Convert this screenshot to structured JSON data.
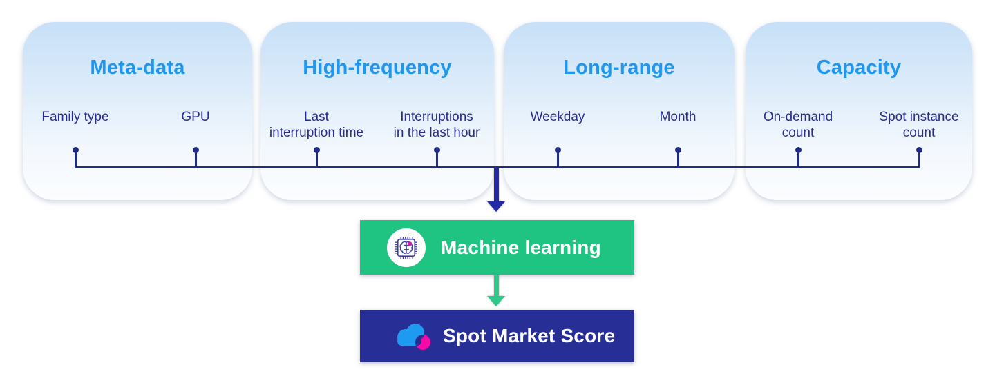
{
  "palette": {
    "card_gradient_top": "#c7e0f8",
    "card_gradient_bottom": "#fcfdff",
    "title_blue": "#1d97f0",
    "label_navy": "#272d8c",
    "connector_navy": "#1e2b87",
    "arrow_navy": "#2229a3",
    "ml_green": "#1fc483",
    "arrow_green": "#2ec98a",
    "score_navy": "#272e95",
    "cloud_blue": "#1e9bf0",
    "magenta": "#f50aa5"
  },
  "groups": [
    {
      "title": "Meta-data",
      "features": [
        {
          "lines": [
            "Family type"
          ]
        },
        {
          "lines": [
            "GPU"
          ]
        }
      ]
    },
    {
      "title": "High-frequency",
      "features": [
        {
          "lines": [
            "Last",
            "interruption time"
          ]
        },
        {
          "lines": [
            "Interruptions",
            "in the last hour"
          ]
        }
      ]
    },
    {
      "title": "Long-range",
      "features": [
        {
          "lines": [
            "Weekday"
          ]
        },
        {
          "lines": [
            "Month"
          ]
        }
      ]
    },
    {
      "title": "Capacity",
      "features": [
        {
          "lines": [
            "On-demand",
            "count"
          ]
        },
        {
          "lines": [
            "Spot instance",
            "count"
          ]
        }
      ]
    }
  ],
  "ml_box": {
    "label": "Machine learning",
    "icon": "chip-brain-icon"
  },
  "score_box": {
    "label": "Spot Market Score",
    "icon": "cloud-icon"
  }
}
